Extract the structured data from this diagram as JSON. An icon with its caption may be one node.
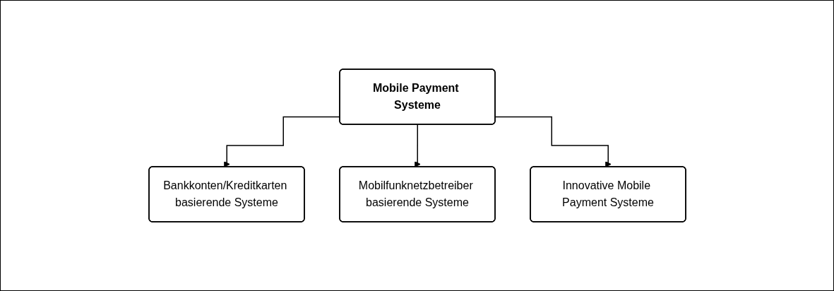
{
  "diagram": {
    "nodes": [
      {
        "text": [
          "Mobile Payment Systeme"
        ]
      },
      {
        "text": [
          "Bankkonten/Kreditkarten basierende Systeme"
        ]
      },
      {
        "text": [
          "Mobilfunknetzbetreiber basierende Systeme"
        ]
      },
      {
        "text": [
          "Innovative Mobile Payment Systeme"
        ]
      }
    ],
    "edges": [
      {
        "from": 0,
        "to": 1,
        "arrow": "to"
      },
      {
        "from": 0,
        "to": 2,
        "arrow": "to"
      },
      {
        "from": 0,
        "to": 3,
        "arrow": "to"
      }
    ]
  }
}
